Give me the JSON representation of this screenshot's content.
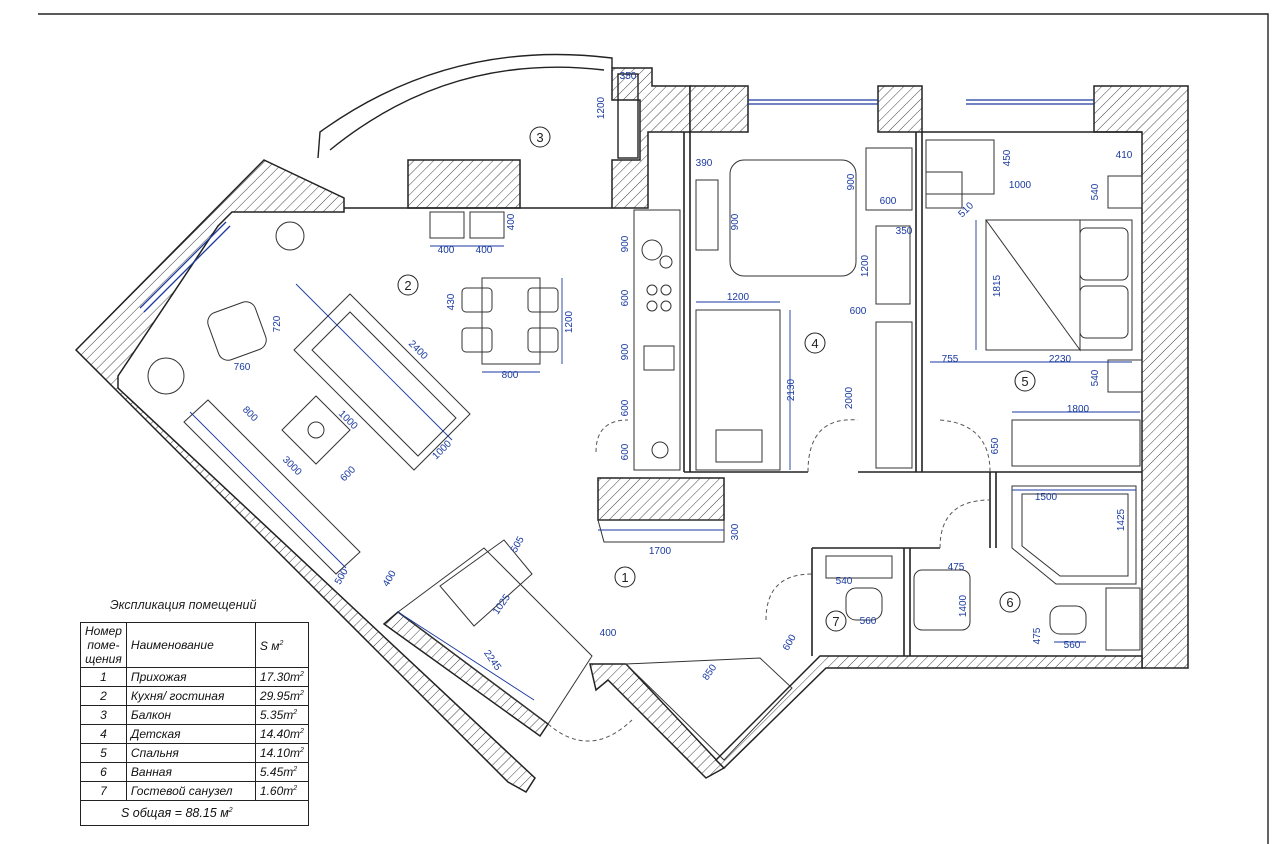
{
  "rooms": [
    {
      "num": "1",
      "name": "Прихожая",
      "area": "17.30"
    },
    {
      "num": "2",
      "name": "Кухня/ гостиная",
      "area": "29.95"
    },
    {
      "num": "3",
      "name": "Балкон",
      "area": "5.35"
    },
    {
      "num": "4",
      "name": "Детская",
      "area": "14.40"
    },
    {
      "num": "5",
      "name": "Спальня",
      "area": "14.10"
    },
    {
      "num": "6",
      "name": "Ванная",
      "area": "5.45"
    },
    {
      "num": "7",
      "name": "Гостевой санузел",
      "area": "1.60"
    }
  ],
  "legend": {
    "title": "Экспликация помещений",
    "col_num": "Номер поме- щения",
    "col_name": "Наименование",
    "col_area": "S м",
    "area_unit": "m",
    "total_label": "S общая = 88.15 м"
  },
  "dimensions": [
    "350",
    "1200",
    "390",
    "900",
    "600",
    "900",
    "450",
    "410",
    "1000",
    "540",
    "510",
    "400",
    "400",
    "400",
    "900",
    "350",
    "1200",
    "1815",
    "430",
    "1200",
    "720",
    "760",
    "2400",
    "600",
    "800",
    "1200",
    "600",
    "900",
    "2130",
    "755",
    "2230",
    "540",
    "800",
    "1000",
    "3000",
    "600",
    "1000",
    "600",
    "2000",
    "1800",
    "650",
    "1500",
    "1425",
    "600",
    "1700",
    "300",
    "505",
    "1025",
    "540",
    "475",
    "1400",
    "560",
    "400",
    "500",
    "400",
    "2245",
    "600",
    "850",
    "475",
    "560"
  ]
}
